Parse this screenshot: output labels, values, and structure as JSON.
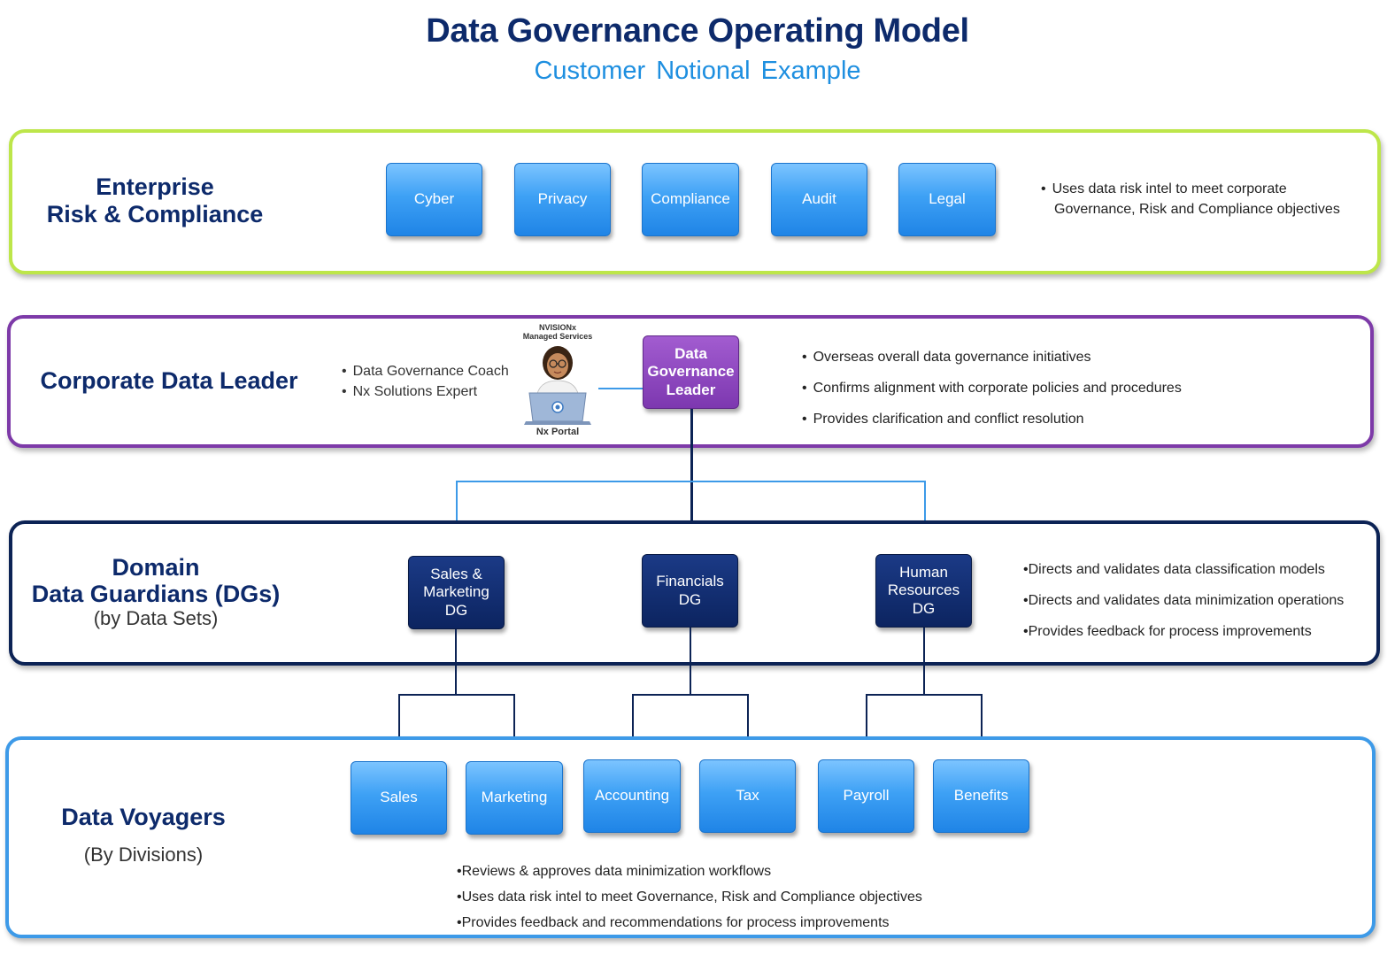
{
  "title": "Data Governance Operating Model",
  "subtitle": "Customer Notional Example",
  "erc": {
    "title_line1": "Enterprise",
    "title_line2": "Risk & Compliance",
    "boxes": [
      "Cyber",
      "Privacy",
      "Compliance",
      "Audit",
      "Legal"
    ],
    "bullets": [
      "Uses data risk intel to meet corporate",
      "Governance, Risk and Compliance objectives"
    ]
  },
  "cdl": {
    "title": "Corporate Data Leader",
    "left_bullets": [
      "Data Governance Coach",
      "Nx Solutions Expert"
    ],
    "brand_line1": "NVISIONx",
    "brand_line2": "Managed Services",
    "portal_label": "Nx Portal",
    "leader_box": [
      "Data",
      "Governance",
      "Leader"
    ],
    "bullets": [
      "Overseas overall data governance initiatives",
      "Confirms alignment with corporate policies and procedures",
      "Provides clarification and conflict resolution"
    ]
  },
  "ddg": {
    "title_line1": "Domain",
    "title_line2": "Data Guardians (DGs)",
    "title_line3": "(by Data Sets)",
    "boxes": [
      [
        "Sales &",
        "Marketing",
        "DG"
      ],
      [
        "Financials",
        "DG"
      ],
      [
        "Human",
        "Resources",
        "DG"
      ]
    ],
    "bullets": [
      "Directs and validates data classification models",
      "Directs and validates data minimization operations",
      "Provides feedback for process improvements"
    ]
  },
  "dv": {
    "title": "Data Voyagers",
    "subtitle": "(By Divisions)",
    "boxes": [
      "Sales",
      "Marketing",
      "Accounting",
      "Tax",
      "Payroll",
      "Benefits"
    ],
    "bullets": [
      "Reviews & approves data minimization workflows",
      "Uses data risk intel to meet Governance, Risk and Compliance objectives",
      "Provides feedback and recommendations for process improvements"
    ]
  },
  "colors": {
    "erc_border": "#bde64a",
    "cdl_border": "#7d3aa8",
    "ddg_border": "#0c2355",
    "dv_border": "#3d9ae8",
    "title": "#0d2a6b",
    "subtitle": "#1e8fe0"
  },
  "icons": [
    "person-with-laptop-icon"
  ]
}
